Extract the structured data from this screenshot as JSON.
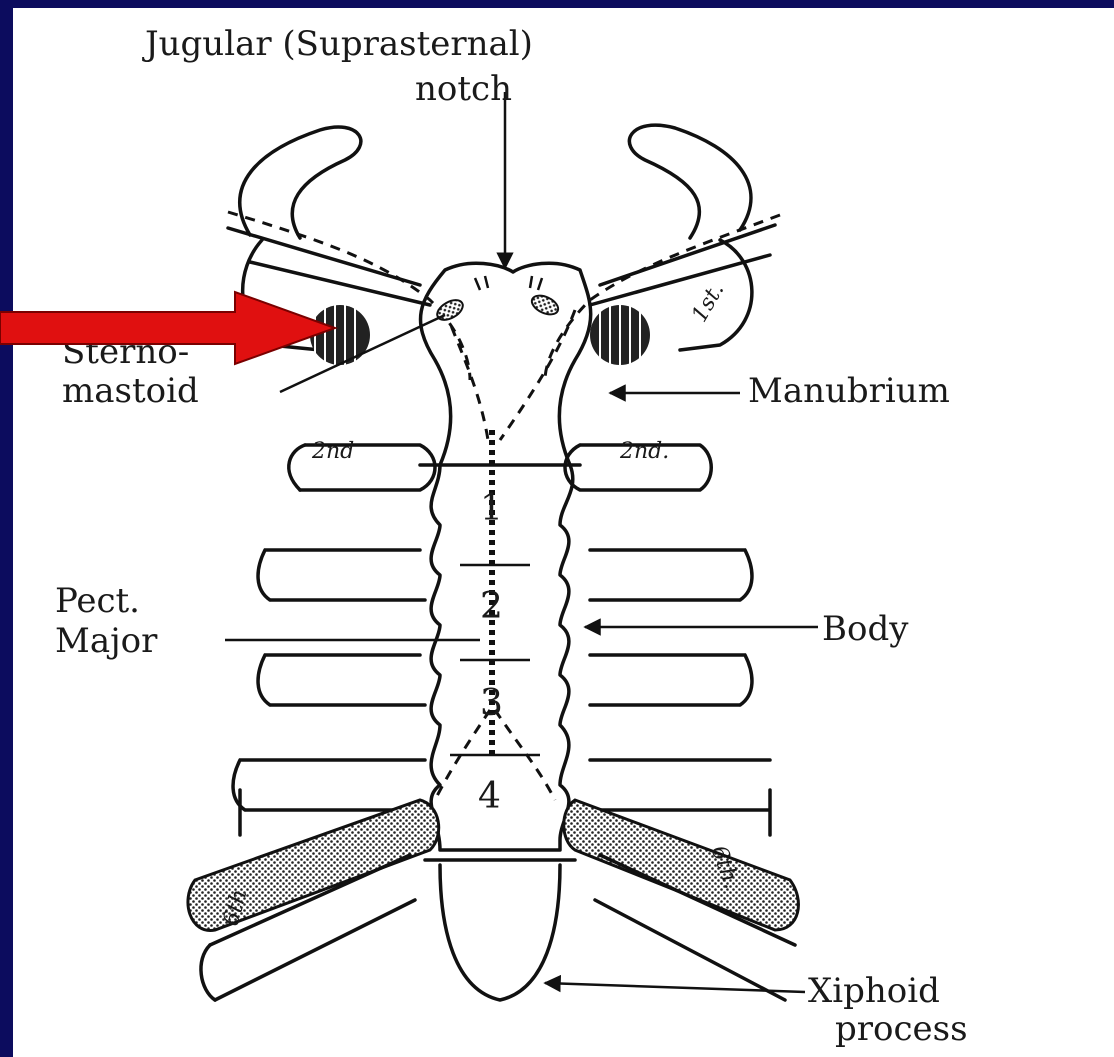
{
  "colors": {
    "background": "#0c0c5e",
    "panel": "#ffffff",
    "pointer_arrow": "#e01010"
  },
  "labels": {
    "jugular_line1": "Jugular (Suprasternal)",
    "jugular_line2": "notch",
    "sterno_line1": "Sterno-",
    "sterno_line2": "mastoid",
    "manubrium": "Manubrium",
    "pect_line1": "Pect.",
    "pect_line2": "Major",
    "body": "Body",
    "xiphoid_line1": "Xiphoid",
    "xiphoid_line2": "process"
  },
  "segments": [
    "1",
    "2",
    "3",
    "4"
  ],
  "rib_labels": {
    "first": "1st.",
    "second_left": "2nd",
    "second_right": "2nd.",
    "sixth_left": "6th",
    "sixth_right": "6th."
  }
}
